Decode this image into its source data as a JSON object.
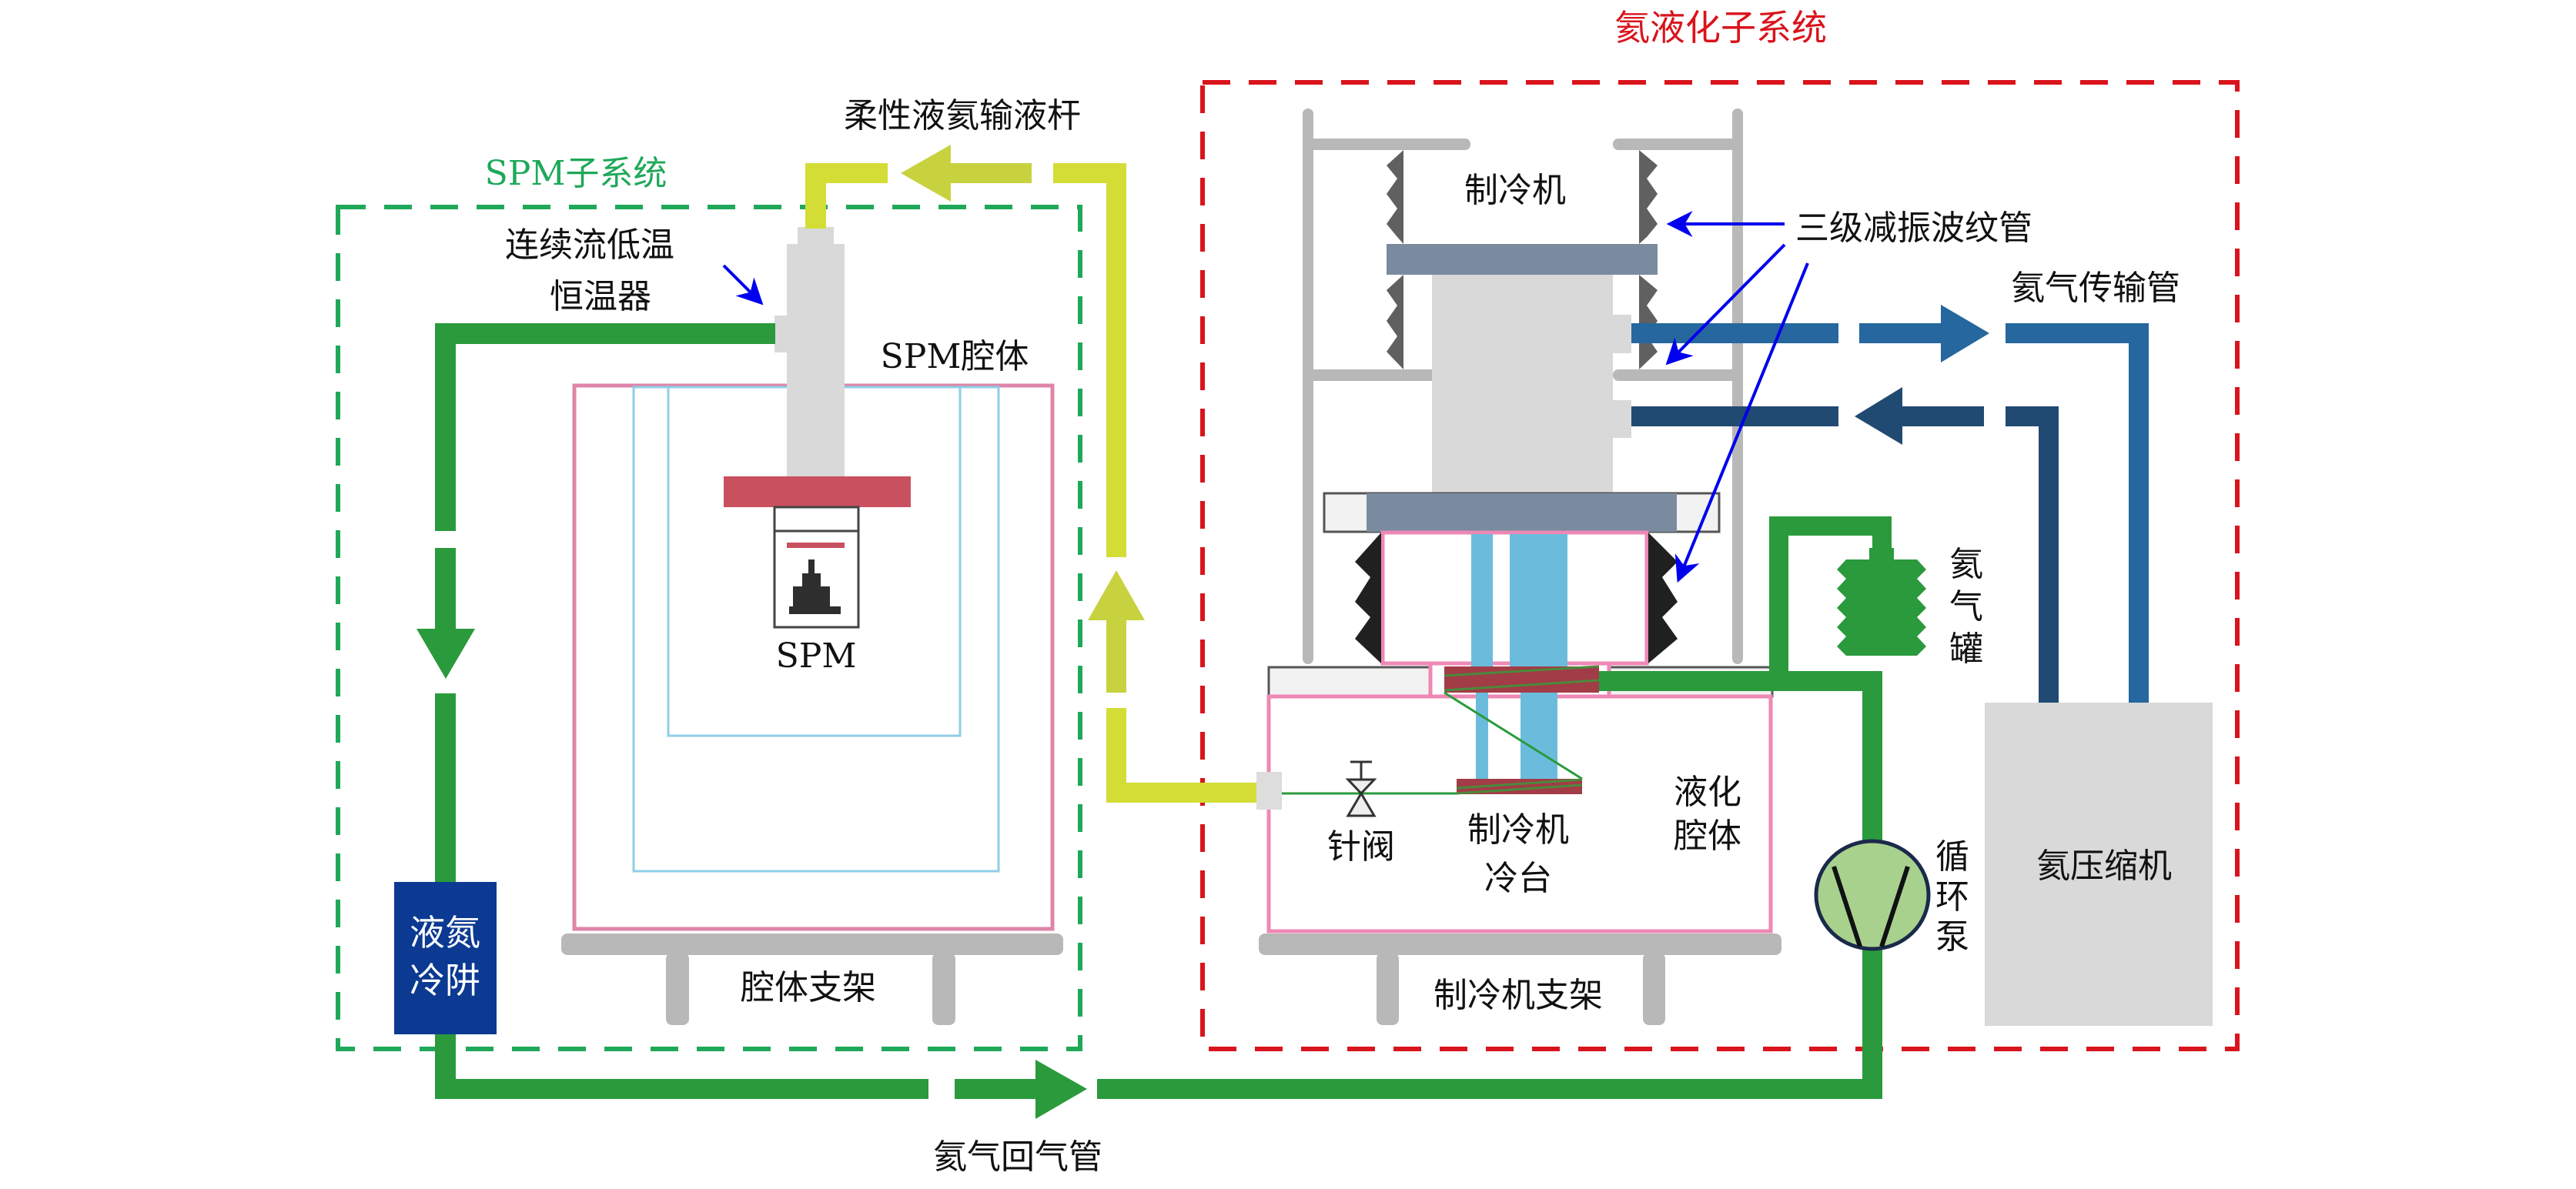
{
  "titles": {
    "spm_subsystem": "SPM子系统",
    "liquefaction_subsystem": "氦液化子系统"
  },
  "labels": {
    "flexible_transfer_line": "柔性液氦输液杆",
    "cryostat_line1": "连续流低温",
    "cryostat_line2": "恒温器",
    "spm_chamber": "SPM腔体",
    "spm": "SPM",
    "chamber_stand": "腔体支架",
    "ln2_trap_line1": "液氮",
    "ln2_trap_line2": "冷阱",
    "return_line": "氦气回气管",
    "cryocooler": "制冷机",
    "bellows": "三级减振波纹管",
    "he_transfer_line": "氦气传输管",
    "he_tank_1": "氦",
    "he_tank_2": "气",
    "he_tank_3": "罐",
    "needle_valve": "针阀",
    "cold_stage_line1": "制冷机",
    "cold_stage_line2": "冷台",
    "liq_chamber_line1": "液化",
    "liq_chamber_line2": "腔体",
    "cryocooler_stand": "制冷机支架",
    "pump_1": "循",
    "pump_2": "环",
    "pump_3": "泵",
    "compressor": "氦压缩机"
  },
  "colors": {
    "spm_box": "#1fa85a",
    "liq_box": "#d9141c",
    "he_gas_pipe": "#2a9a3c",
    "lhe_pipe": "#d3dd36",
    "lhe_arrow": "#c8d23f",
    "he_supply": "#25679e",
    "he_return": "#214a72",
    "chamber": "#df85a8",
    "shield": "#8fcfe6",
    "flange": "#c9505e",
    "plate": "#7a8ba0",
    "stand": "#b8b8b8",
    "ln2_trap": "#0c3a92",
    "pump_fill": "#a8d18e",
    "compressor": "#d9d9d9",
    "annotation": "#0000ee"
  }
}
